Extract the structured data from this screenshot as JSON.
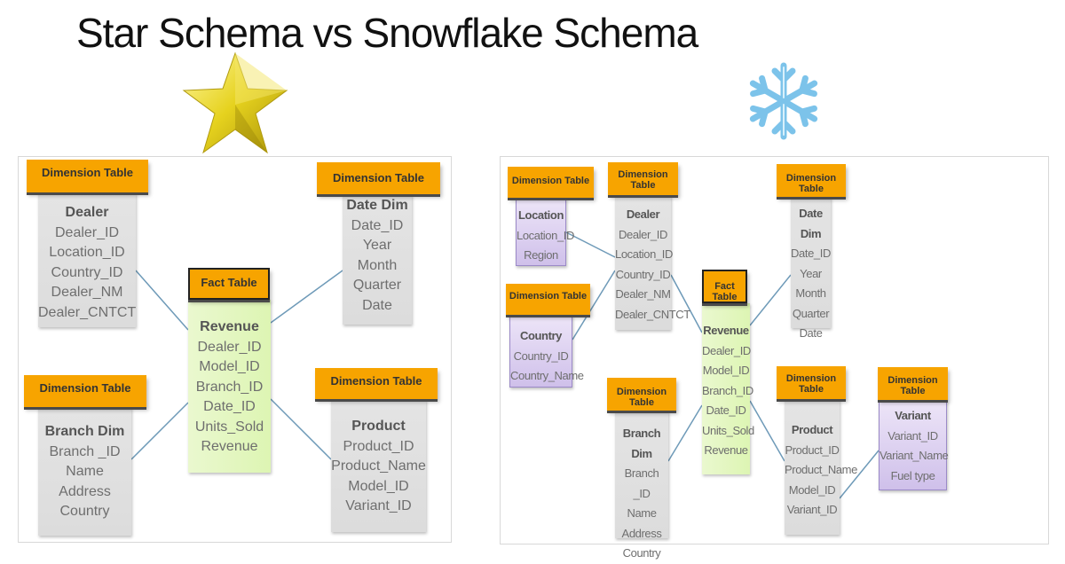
{
  "title": "Star Schema vs Snowflake Schema",
  "icons": {
    "star": "star-icon",
    "snowflake": "snowflake-icon"
  },
  "colors": {
    "header": "#f7a400",
    "dimension": "#e0e0e0",
    "fact": "#e2f6bd",
    "subdimension": "#ddd1f2",
    "line": "#6e9ab8"
  },
  "star": {
    "dealer": {
      "label": "Dimension Table",
      "name": "Dealer",
      "fields": [
        "Dealer_ID",
        "Location_ID",
        "Country_ID",
        "Dealer_NM",
        "Dealer_CNTCT"
      ]
    },
    "date": {
      "label": "Dimension Table",
      "name": "Date Dim",
      "fields": [
        "Date_ID",
        "Year",
        "Month",
        "Quarter",
        "Date"
      ]
    },
    "fact": {
      "label": "Fact Table",
      "name": "Revenue",
      "fields": [
        "Dealer_ID",
        "Model_ID",
        "Branch_ID",
        "Date_ID",
        "Units_Sold",
        "Revenue"
      ]
    },
    "branch": {
      "label": "Dimension Table",
      "name": "Branch Dim",
      "fields": [
        "Branch _ID",
        "Name",
        "Address",
        "Country"
      ]
    },
    "product": {
      "label": "Dimension Table",
      "name": "Product",
      "fields": [
        "Product_ID",
        "Product_Name",
        "Model_ID",
        "Variant_ID"
      ]
    }
  },
  "snowflake": {
    "location": {
      "label": "Dimension Table",
      "name": "Location",
      "fields": [
        "Location_ID",
        "Region"
      ]
    },
    "country": {
      "label": "Dimension Table",
      "name": "Country",
      "fields": [
        "Country_ID",
        "Country_Name"
      ]
    },
    "dealer": {
      "label": "Dimension Table",
      "name": "Dealer",
      "fields": [
        "Dealer_ID",
        "Location_ID",
        "Country_ID",
        "Dealer_NM",
        "Dealer_CNTCT"
      ]
    },
    "date": {
      "label": "Dimension Table",
      "name": "Date Dim",
      "fields": [
        "Date_ID",
        "Year",
        "Month",
        "Quarter",
        "Date"
      ]
    },
    "fact": {
      "label": "Fact Table",
      "name": "Revenue",
      "fields": [
        "Dealer_ID",
        "Model_ID",
        "Branch_ID",
        "Date_ID",
        "Units_Sold",
        "Revenue"
      ]
    },
    "branch": {
      "label": "Dimension Table",
      "name": "Branch Dim",
      "fields": [
        "Branch _ID",
        "Name",
        "Address",
        "Country"
      ]
    },
    "product": {
      "label": "Dimension Table",
      "name": "Product",
      "fields": [
        "Product_ID",
        "Product_Name",
        "Model_ID",
        "Variant_ID"
      ]
    },
    "variant": {
      "label": "Dimension Table",
      "name": "Variant",
      "fields": [
        "Variant_ID",
        "Variant_Name",
        "Fuel type"
      ]
    }
  }
}
